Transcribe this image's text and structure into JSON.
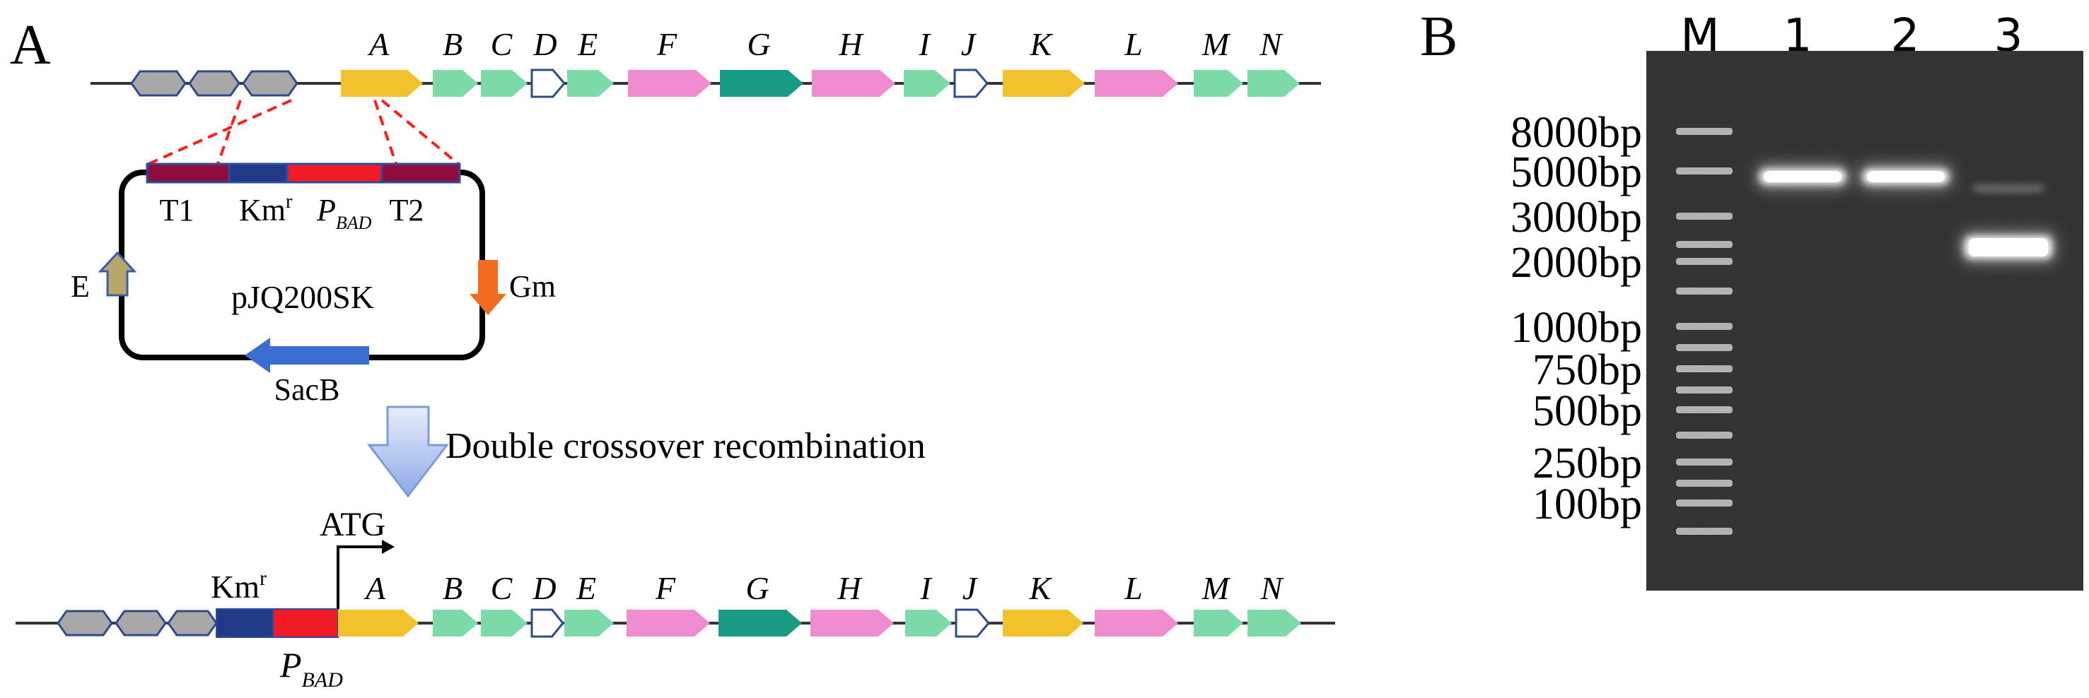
{
  "panel_a": {
    "label": "A",
    "genes": [
      "A",
      "B",
      "C",
      "D",
      "E",
      "F",
      "G",
      "H",
      "I",
      "J",
      "K",
      "L",
      "M",
      "N"
    ],
    "insert_labels": {
      "t1": "T1",
      "km": "Km",
      "km_sup": "r",
      "pbad": "P",
      "pbad_sub": "BAD",
      "t2": "T2"
    },
    "plasmid": {
      "name": "pJQ200SK",
      "e": "E",
      "gm": "Gm",
      "sacb": "SacB"
    },
    "arrow_label": "Double crossover recombination",
    "result": {
      "km": "Km",
      "km_sup": "r",
      "atg": "ATG",
      "pbad": "P",
      "pbad_sub": "BAD"
    },
    "colors": {
      "gray": "#a8a8a8",
      "yellow": "#f2c12e",
      "green": "#7ddba9",
      "pink": "#ee8ccf",
      "teal": "#1a9b86",
      "navy": "#203a87",
      "red": "#ef1c25",
      "maroon": "#8e0c3e",
      "orange": "#f26b1d",
      "olive": "#b8a66a",
      "blue": "#3a6fd1"
    }
  },
  "panel_b": {
    "label": "B",
    "lanes": [
      "M",
      "1",
      "2",
      "3"
    ],
    "ladder": [
      "8000bp",
      "5000bp",
      "3000bp",
      "2000bp",
      "1000bp",
      "750bp",
      "500bp",
      "250bp",
      "100bp"
    ]
  }
}
